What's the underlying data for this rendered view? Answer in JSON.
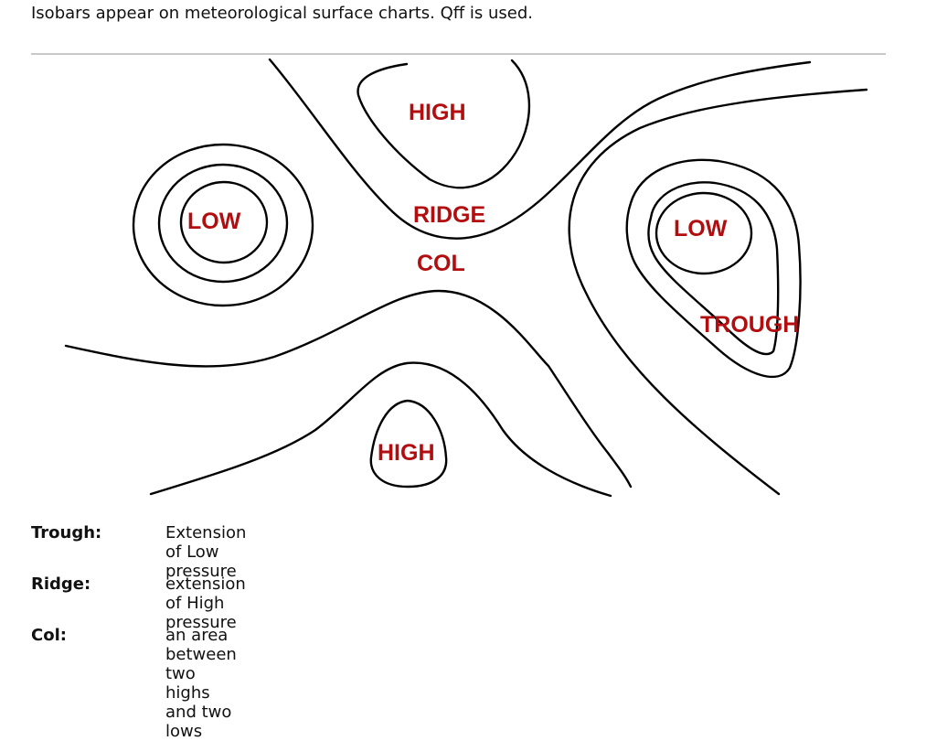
{
  "intro_text": "Isobars appear on meteorological surface charts. Qff is used.",
  "diagram_labels": {
    "high_top": "HIGH",
    "ridge": "RIDGE",
    "col": "COL",
    "low_left": "LOW",
    "low_right": "LOW",
    "trough": "TROUGH",
    "high_bottom": "HIGH"
  },
  "definitions": [
    {
      "term": "Trough:",
      "description": "Extension of Low pressure"
    },
    {
      "term": "Ridge:",
      "description": "extension of High pressure"
    },
    {
      "term": "Col:",
      "description": "an area between two highs and two lows"
    }
  ]
}
